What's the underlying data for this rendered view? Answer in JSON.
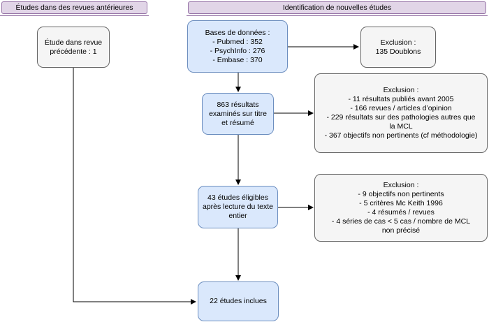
{
  "headers": {
    "previous": "Études dans des revues antérieures",
    "new": "Identification de nouvelles études"
  },
  "nodes": {
    "previous_review": [
      "Étude dans revue",
      "précédente : 1"
    ],
    "databases": [
      "Bases de données :",
      "- Pubmed : 352",
      "- PsychInfo : 276",
      "- Embase : 370"
    ],
    "exclusion_duplicates": [
      "Exclusion :",
      "135 Doublons"
    ],
    "screened": [
      "863 résultats",
      "examinés sur titre",
      "et résumé"
    ],
    "exclusion_screening": [
      "Exclusion :",
      "- 11 résultats publiés avant 2005",
      "- 166 revues / articles d’opinion",
      "- 229 résultats sur des pathologies autres que",
      "la MCL",
      "- 367 objectifs non pertinents (cf méthodologie)"
    ],
    "eligible": [
      "43 études éligibles",
      "après lecture du texte",
      "entier"
    ],
    "exclusion_fulltext": [
      "Exclusion :",
      "- 9 objectifs non pertinents",
      "- 5 critères Mc Keith 1996",
      "- 4 résumés / revues",
      "- 4 séries de cas < 5 cas / nombre de MCL",
      "non précisé"
    ],
    "included": [
      "22 études inclues"
    ]
  },
  "colors": {
    "blue_fill": "#dae8fc",
    "blue_stroke": "#6c8ebf",
    "grey_fill": "#f5f5f5",
    "header_fill": "#e1d5e7",
    "header_stroke": "#9673a6"
  }
}
